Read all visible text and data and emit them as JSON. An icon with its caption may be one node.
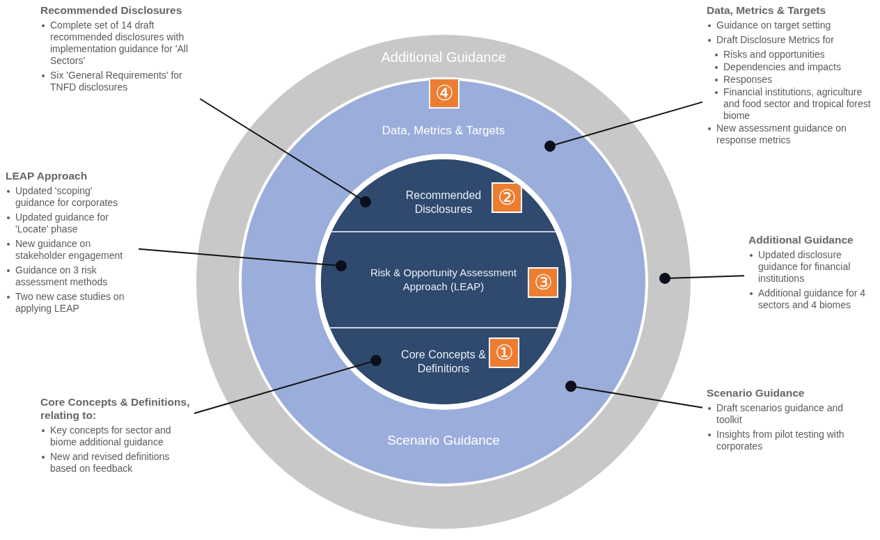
{
  "diagram": {
    "nodes": [
      {
        "text": [
          "Additional Guidance"
        ]
      },
      {
        "text": [
          "Data, Metrics & Targets",
          "Scenario Guidance"
        ],
        "in": 0
      },
      {
        "text": [],
        "shape": "circle",
        "in": 1
      },
      {
        "text": [
          "Recommended Disclosures"
        ],
        "in": 2
      },
      {
        "text": [
          "Risk & Opportunity Assessment Approach (LEAP)"
        ],
        "in": 2
      },
      {
        "text": [
          "Core Concepts & Definitions"
        ],
        "in": 2
      },
      {
        "text": [
          "④"
        ],
        "in": 1
      },
      {
        "text": [
          "②"
        ],
        "in": 3
      },
      {
        "text": [
          "③"
        ],
        "in": 4
      },
      {
        "text": [
          "①"
        ],
        "in": 5
      },
      {
        "text": [
          "Recommended Disclosures",
          "Complete set of 14 draft recommended disclosures with implementation guidance for 'All Sectors'",
          "Six 'General Requirements' for TNFD disclosures"
        ]
      },
      {
        "text": [
          "Data, Metrics & Targets",
          "Guidance on target setting",
          "Draft Disclosure Metrics for",
          "Risks and opportunities",
          "Dependencies and impacts",
          "Responses",
          "Financial institutions, agriculture and food sector and tropical forest biome",
          "New assessment guidance on response metrics"
        ]
      },
      {
        "text": [
          "LEAP Approach",
          "Updated 'scoping' guidance for corporates",
          "Updated guidance for 'Locate' phase",
          "New guidance on stakeholder engagement",
          "Guidance on 3 risk assessment methods",
          "Two new case studies on applying LEAP"
        ]
      },
      {
        "text": [
          "Additional Guidance",
          "Updated disclosure guidance for financial institutions",
          "Additional guidance for 4 sectors and 4 biomes"
        ]
      },
      {
        "text": [
          "Core Concepts & Definitions, relating to:",
          "Key concepts for sector and biome additional guidance",
          "New and revised definitions based on feedback"
        ]
      },
      {
        "text": [
          "Scenario Guidance",
          "Draft scenarios guidance and toolkit",
          "Insights from pilot testing with corporates"
        ]
      }
    ],
    "edges": [
      {
        "from": 10,
        "to": 3,
        "arrow": "other"
      },
      {
        "from": 11,
        "to": 1,
        "arrow": "other"
      },
      {
        "from": 12,
        "to": 4,
        "arrow": "other"
      },
      {
        "from": 13,
        "to": 0,
        "arrow": "other"
      },
      {
        "from": 14,
        "to": 5,
        "arrow": "other"
      },
      {
        "from": 15,
        "to": 1,
        "arrow": "other"
      }
    ]
  }
}
